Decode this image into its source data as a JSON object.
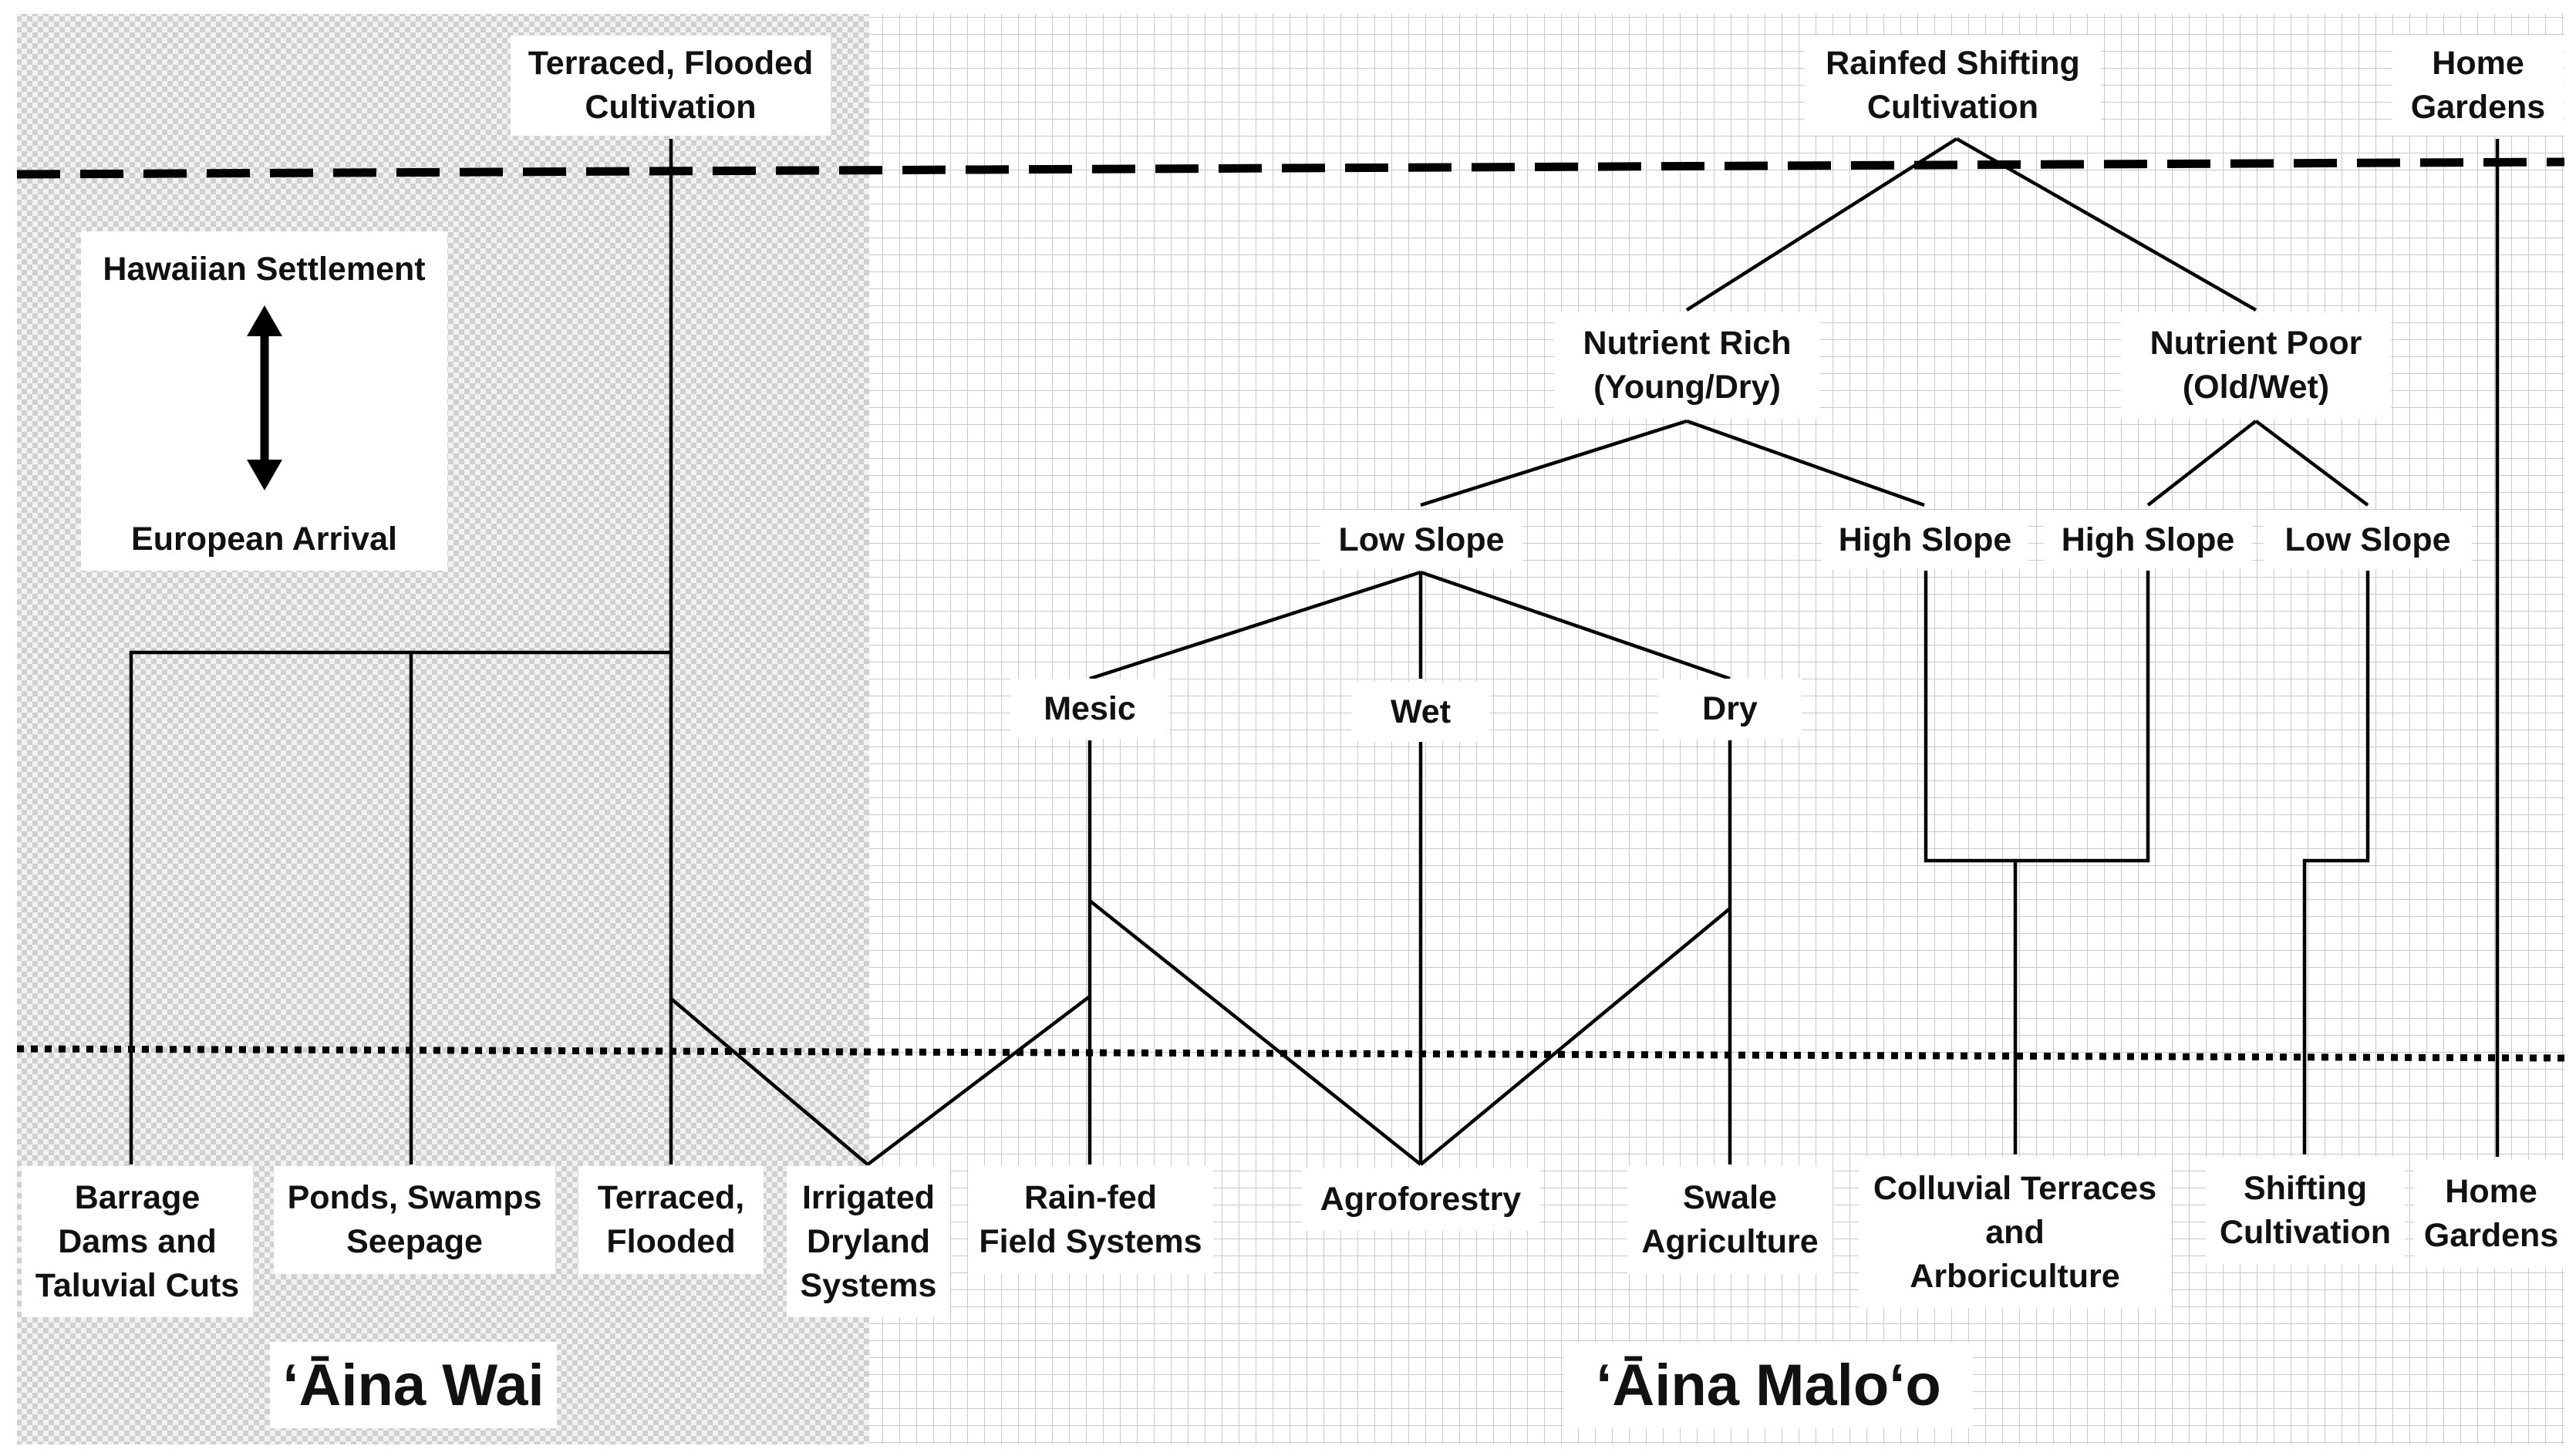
{
  "timeline": {
    "top_label": "Hawaiian Settlement",
    "bottom_label": "European Arrival"
  },
  "regions": {
    "left": "ʻĀina Wai",
    "right": "ʻĀina Maloʻo"
  },
  "roots": {
    "terraced_flooded_cultivation": "Terraced, Flooded\nCultivation",
    "rainfed_shifting_cultivation": "Rainfed Shifting\nCultivation",
    "home_gardens_top": "Home\nGardens"
  },
  "branches": {
    "nutrient_rich": "Nutrient Rich\n(Young/Dry)",
    "nutrient_poor": "Nutrient Poor\n(Old/Wet)",
    "low_slope_rich": "Low Slope",
    "high_slope_rich": "High Slope",
    "high_slope_poor": "High Slope",
    "low_slope_poor": "Low Slope",
    "mesic": "Mesic",
    "wet": "Wet",
    "dry": "Dry"
  },
  "outcomes": {
    "barrage_dams": "Barrage\nDams and\nTaluvial Cuts",
    "ponds_swamps": "Ponds, Swamps\nSeepage",
    "terraced_flooded": "Terraced,\nFlooded",
    "irrigated_dryland": "Irrigated\nDryland\nSystems",
    "rainfed_field": "Rain-fed\nField Systems",
    "agroforestry": "Agroforestry",
    "swale_agriculture": "Swale\nAgriculture",
    "colluvial_terraces": "Colluvial Terraces\nand\nArboriculture",
    "shifting_cultivation": "Shifting\nCultivation",
    "home_gardens_bottom": "Home\nGardens"
  },
  "colors": {
    "line": "#000000",
    "grid_light": "#d8d8d8",
    "checker_dark": "#cfcfcf",
    "background": "#ffffff"
  }
}
